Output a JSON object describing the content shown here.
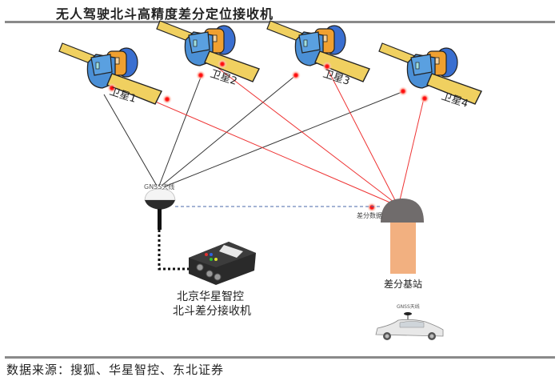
{
  "title": "无人驾驶北斗高精度差分定位接收机",
  "source": "数据来源：搜狐、华星智控、东北证券",
  "satellites": [
    {
      "label": "卫星1"
    },
    {
      "label": "卫星2"
    },
    {
      "label": "卫星3"
    },
    {
      "label": "卫星4"
    }
  ],
  "antenna_label": "GNSS天线",
  "receiver_label_line1": "北京华星智控",
  "receiver_label_line2": "北斗差分接收机",
  "diff_data_label": "差分数据",
  "base_station_label": "差分基站",
  "car_antenna_label": "GNSS天线",
  "colors": {
    "signal_red": "#ee3333",
    "signal_black": "#333333",
    "base_dome": "#706c6c",
    "base_pillar": "#f2b080",
    "dashed_link": "#4a6aa8",
    "satellite_body": "#4a8fd6",
    "satellite_panel": "#f0d060",
    "satellite_ring": "#f0a030"
  }
}
